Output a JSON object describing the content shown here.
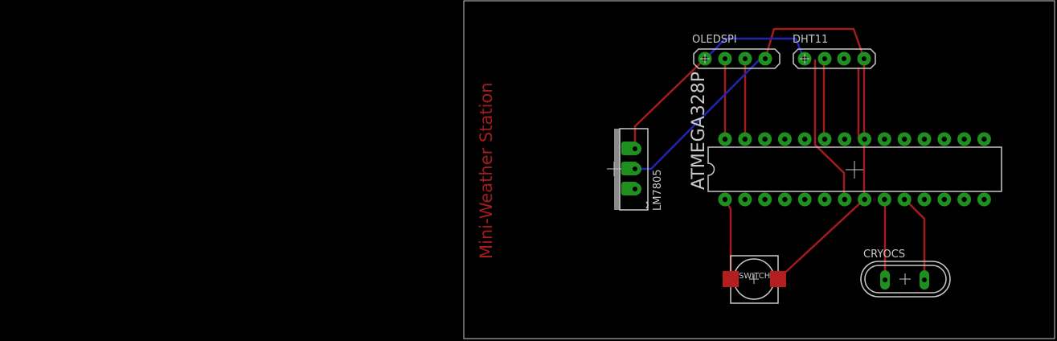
{
  "board": {
    "title": "Mini-Weather Station"
  },
  "components": {
    "mcu_label": "ATMEGA328P",
    "oled_label": "OLEDSPI",
    "dht_label": "DHT11",
    "regulator_label": "LM7805",
    "switch_label": "SWITCH",
    "crystal_label": "CRYOCS"
  },
  "colors": {
    "background": "#000000",
    "board_outline": "#c8c8c8",
    "trace_top": "#a31c1c",
    "trace_bottom": "#2323b4",
    "pad": "#1f8f1f",
    "silkscreen": "#c8c8c8",
    "smd_pad": "#b41e1e",
    "title": "#a31c1c"
  }
}
